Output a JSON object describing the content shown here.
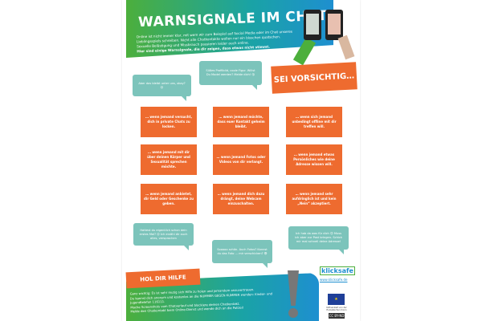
{
  "title": "WARNSIGNALE IM CHAT",
  "intro": "Online ist nicht immer klar, mit wem wir zum Beispiel auf Social Media oder im Chat unseres Lieblingsspiels schreiben. Nicht alle Chatkontakte wollen nur ein bisschen quatschen. Sexuelle Belästigung und Missbrauch passieren leider auch online.",
  "intro_bold": "Hier sind einige Warnsignale, die dir zeigen, dass etwas nicht stimmt.",
  "warning_heading": "SEI VORSICHTIG…",
  "bubbles": [
    "Aber das bleibt unter uns, okay? 😉",
    "Süßes Profilbild, coole Figur. Willst Du Model werden? Melde dich! 😘",
    "Hattest du eigentlich schon dein erstes Mal? 😉 Ich erzähl dir auch alles, versprochen",
    "Sooooo schön. Auch Fotos? Kannst du das Foto ... mir verschicken? 😎",
    "Ich hab da was für dich 😊 Muss ich aber zur Post bringen. Schick mir mal schnell deine Adresse!"
  ],
  "cards": [
    "… wenn jemand versucht, dich in private Chats zu locken.",
    "… wenn jemand möchte, dass euer Kontakt geheim bleibt.",
    "… wenn sich jemand unbedingt offline mit dir treffen will.",
    "… wenn jemand mit dir über deinen Körper und Sexualität sprechen möchte.",
    "… wenn jemand Fotos oder Videos von dir verlangt.",
    "… wenn jemand etwas Persönliches wie deine Adresse wissen will.",
    "… wenn jemand anbietet, dir Geld oder Geschenke zu geben.",
    "… wenn jemand dich dazu drängt, deine Webcam einzuschalten.",
    "… wenn jemand sehr aufdringlich ist und kein „Nein“ akzeptiert."
  ],
  "help_heading": "HOL DIR HILFE",
  "help_items": [
    "Ganz wichtig: Es ist sehr mutig sich Hilfe zu holen und jemandem anzuvertrauen.",
    "Du kannst dich anonym und kostenlos an die NUMMER GEGEN KUMMER wenden: Kinder- und Jugendtelefon 116111.",
    "Mache Screenshots vom Chatverlauf und blockiere deinen Chatkontakt.",
    "Melde den Chatkontakt beim Online-Dienst und wende dich an die Polizei!"
  ],
  "logo": "klicksafe",
  "url": "www.klicksafe.de",
  "eu_text": "Kofinanziert von der Europäischen Union",
  "cc_label": "CC BY-ND",
  "colors": {
    "orange": "#ee6b2f",
    "teal": "#7cc4bb",
    "green": "#4caf3c",
    "blue": "#1e8fd0"
  }
}
